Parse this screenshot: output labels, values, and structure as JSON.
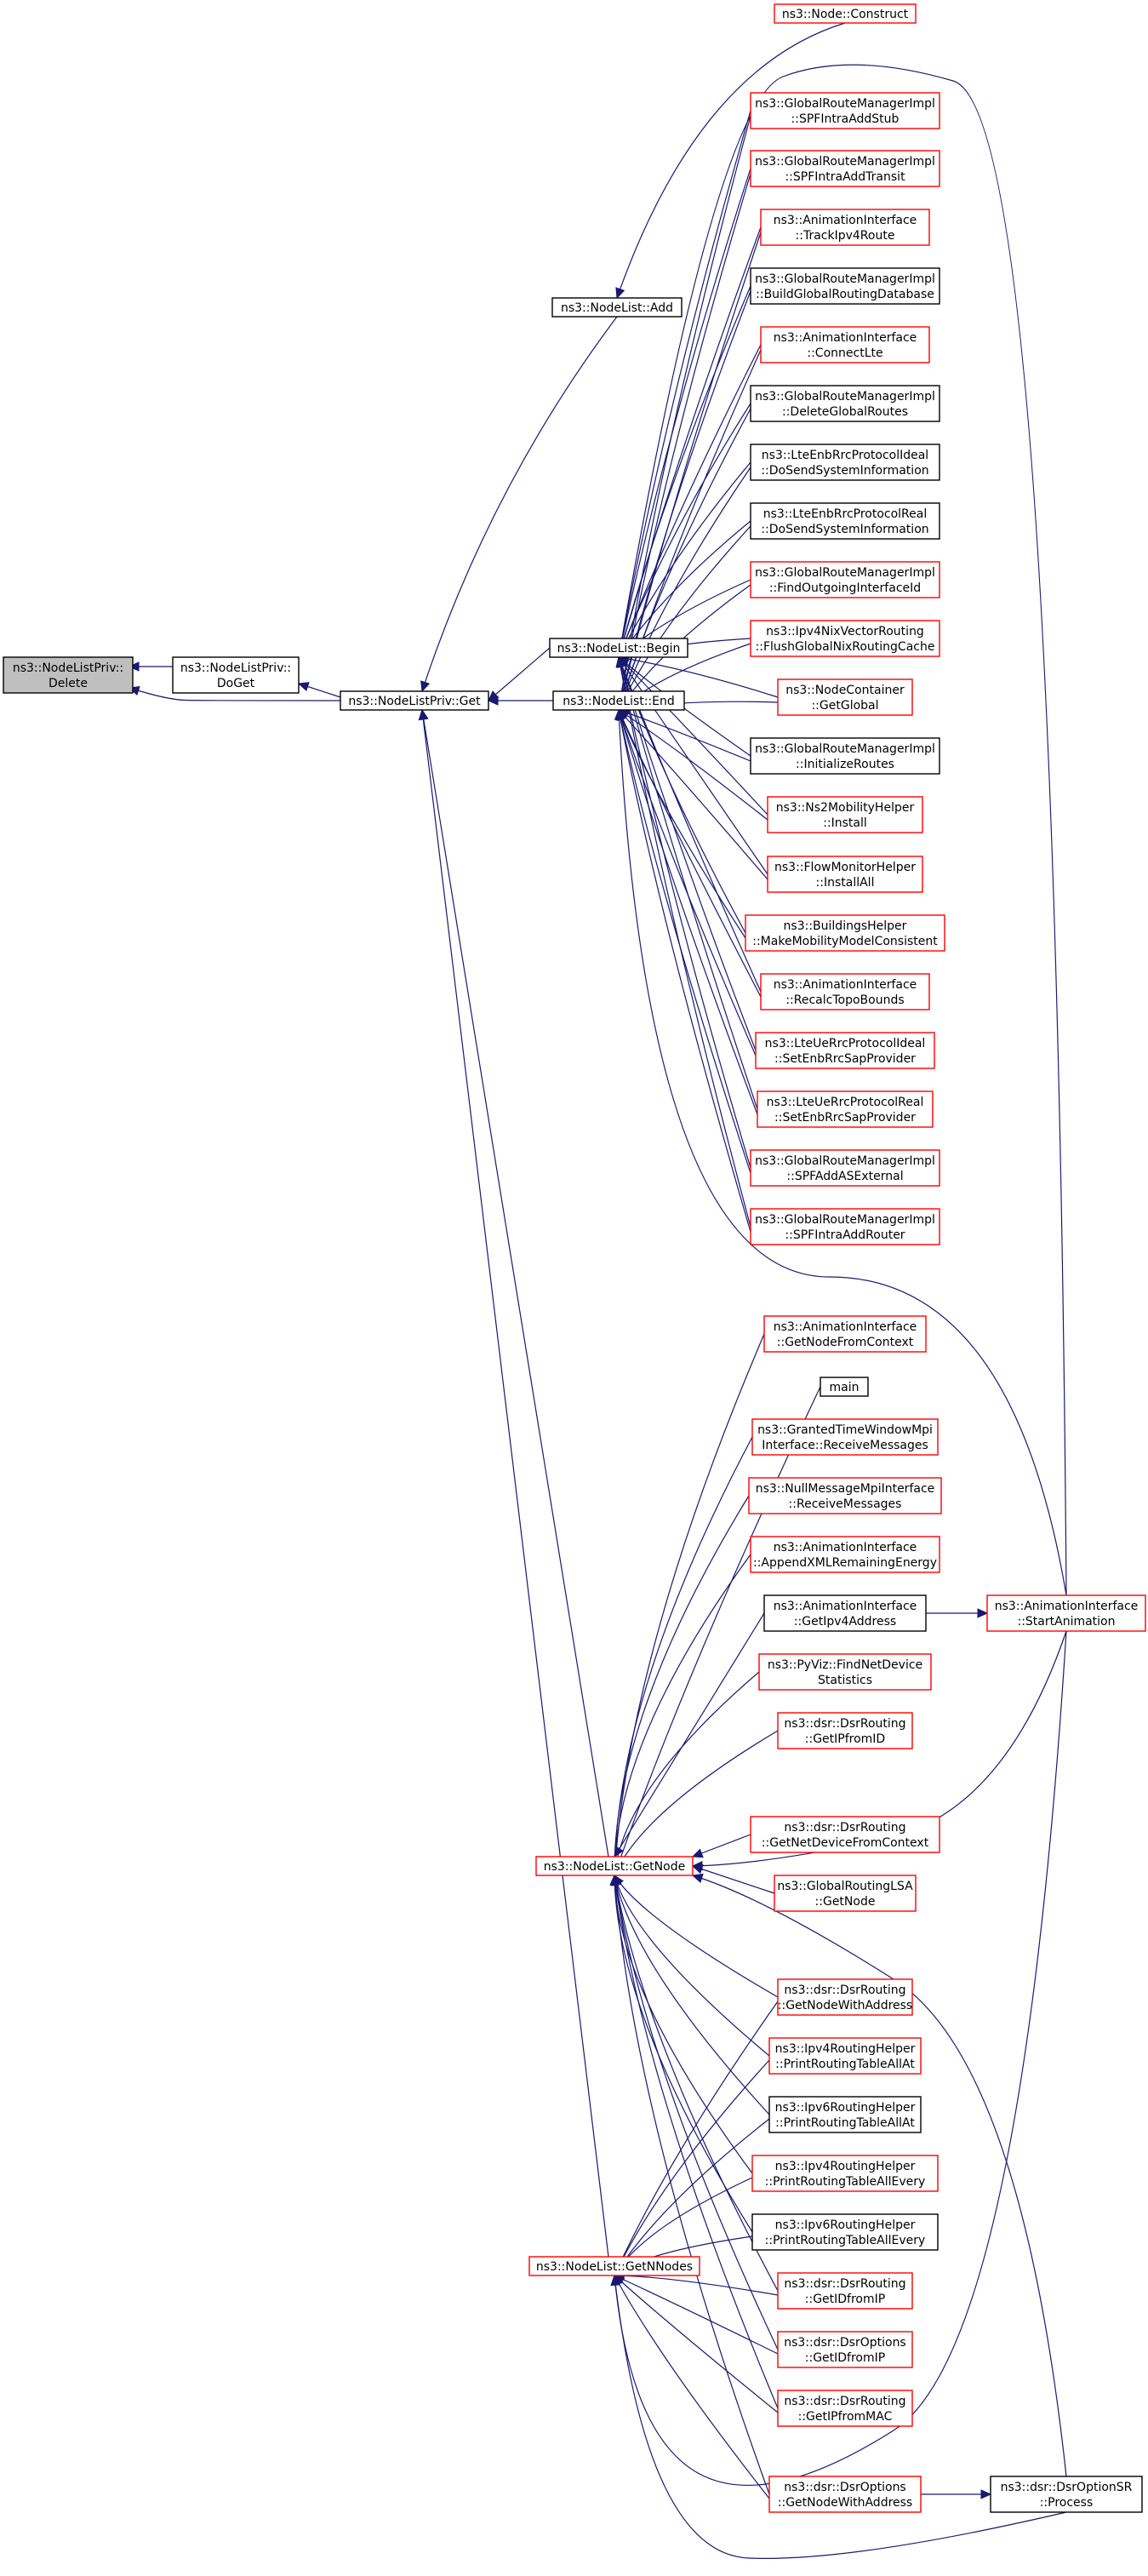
{
  "colors": {
    "edge": "#191970",
    "border_link": "#ff0000",
    "border_plain": "#000000",
    "focus_fill": "#bfbfbf"
  },
  "nodes": [
    {
      "id": "delete",
      "lines": [
        "ns3::NodeListPriv::",
        "Delete"
      ],
      "style": "focus"
    },
    {
      "id": "doget",
      "lines": [
        "ns3::NodeListPriv::",
        "DoGet"
      ],
      "style": "black"
    },
    {
      "id": "privget",
      "lines": [
        "ns3::NodeListPriv::Get"
      ],
      "style": "black"
    },
    {
      "id": "add",
      "lines": [
        "ns3::NodeList::Add"
      ],
      "style": "black"
    },
    {
      "id": "construct",
      "lines": [
        "ns3::Node::Construct"
      ],
      "style": "red"
    },
    {
      "id": "begin",
      "lines": [
        "ns3::NodeList::Begin"
      ],
      "style": "black"
    },
    {
      "id": "end",
      "lines": [
        "ns3::NodeList::End"
      ],
      "style": "black"
    },
    {
      "id": "getnode",
      "lines": [
        "ns3::NodeList::GetNode"
      ],
      "style": "red"
    },
    {
      "id": "getnnodes",
      "lines": [
        "ns3::NodeList::GetNNodes"
      ],
      "style": "red"
    },
    {
      "id": "r1",
      "lines": [
        "ns3::GlobalRouteManagerImpl",
        "::SPFIntraAddStub"
      ],
      "style": "red"
    },
    {
      "id": "r2",
      "lines": [
        "ns3::GlobalRouteManagerImpl",
        "::SPFIntraAddTransit"
      ],
      "style": "red"
    },
    {
      "id": "r3",
      "lines": [
        "ns3::AnimationInterface",
        "::TrackIpv4Route"
      ],
      "style": "red"
    },
    {
      "id": "r4",
      "lines": [
        "ns3::GlobalRouteManagerImpl",
        "::BuildGlobalRoutingDatabase"
      ],
      "style": "black"
    },
    {
      "id": "r5",
      "lines": [
        "ns3::AnimationInterface",
        "::ConnectLte"
      ],
      "style": "red"
    },
    {
      "id": "r6",
      "lines": [
        "ns3::GlobalRouteManagerImpl",
        "::DeleteGlobalRoutes"
      ],
      "style": "black"
    },
    {
      "id": "r7",
      "lines": [
        "ns3::LteEnbRrcProtocolIdeal",
        "::DoSendSystemInformation"
      ],
      "style": "black"
    },
    {
      "id": "r8",
      "lines": [
        "ns3::LteEnbRrcProtocolReal",
        "::DoSendSystemInformation"
      ],
      "style": "black"
    },
    {
      "id": "r9",
      "lines": [
        "ns3::GlobalRouteManagerImpl",
        "::FindOutgoingInterfaceId"
      ],
      "style": "red"
    },
    {
      "id": "r10",
      "lines": [
        "ns3::Ipv4NixVectorRouting",
        "::FlushGlobalNixRoutingCache"
      ],
      "style": "red"
    },
    {
      "id": "r11",
      "lines": [
        "ns3::NodeContainer",
        "::GetGlobal"
      ],
      "style": "red"
    },
    {
      "id": "r12",
      "lines": [
        "ns3::GlobalRouteManagerImpl",
        "::InitializeRoutes"
      ],
      "style": "black"
    },
    {
      "id": "r13",
      "lines": [
        "ns3::Ns2MobilityHelper",
        "::Install"
      ],
      "style": "red"
    },
    {
      "id": "r14",
      "lines": [
        "ns3::FlowMonitorHelper",
        "::InstallAll"
      ],
      "style": "red"
    },
    {
      "id": "r15",
      "lines": [
        "ns3::BuildingsHelper",
        "::MakeMobilityModelConsistent"
      ],
      "style": "red"
    },
    {
      "id": "r16",
      "lines": [
        "ns3::AnimationInterface",
        "::RecalcTopoBounds"
      ],
      "style": "red"
    },
    {
      "id": "r17",
      "lines": [
        "ns3::LteUeRrcProtocolIdeal",
        "::SetEnbRrcSapProvider"
      ],
      "style": "red"
    },
    {
      "id": "r18",
      "lines": [
        "ns3::LteUeRrcProtocolReal",
        "::SetEnbRrcSapProvider"
      ],
      "style": "red"
    },
    {
      "id": "r19",
      "lines": [
        "ns3::GlobalRouteManagerImpl",
        "::SPFAddASExternal"
      ],
      "style": "red"
    },
    {
      "id": "r20",
      "lines": [
        "ns3::GlobalRouteManagerImpl",
        "::SPFIntraAddRouter"
      ],
      "style": "red"
    },
    {
      "id": "g1",
      "lines": [
        "ns3::AnimationInterface",
        "::GetNodeFromContext"
      ],
      "style": "red"
    },
    {
      "id": "g2",
      "lines": [
        "main"
      ],
      "style": "black"
    },
    {
      "id": "g3",
      "lines": [
        "ns3::GrantedTimeWindowMpi",
        "Interface::ReceiveMessages"
      ],
      "style": "red"
    },
    {
      "id": "g4",
      "lines": [
        "ns3::NullMessageMpiInterface",
        "::ReceiveMessages"
      ],
      "style": "red"
    },
    {
      "id": "g5",
      "lines": [
        "ns3::AnimationInterface",
        "::AppendXMLRemainingEnergy"
      ],
      "style": "red"
    },
    {
      "id": "g6",
      "lines": [
        "ns3::AnimationInterface",
        "::GetIpv4Address"
      ],
      "style": "black"
    },
    {
      "id": "startanim",
      "lines": [
        "ns3::AnimationInterface",
        "::StartAnimation"
      ],
      "style": "red"
    },
    {
      "id": "g7",
      "lines": [
        "ns3::PyViz::FindNetDevice",
        "Statistics"
      ],
      "style": "red"
    },
    {
      "id": "g8",
      "lines": [
        "ns3::dsr::DsrRouting",
        "::GetIPfromID"
      ],
      "style": "red"
    },
    {
      "id": "g9",
      "lines": [
        "ns3::dsr::DsrRouting",
        "::GetNetDeviceFromContext"
      ],
      "style": "red"
    },
    {
      "id": "g10",
      "lines": [
        "ns3::GlobalRoutingLSA",
        "::GetNode"
      ],
      "style": "red"
    },
    {
      "id": "g11",
      "lines": [
        "ns3::dsr::DsrRouting",
        "::GetNodeWithAddress"
      ],
      "style": "red"
    },
    {
      "id": "g12",
      "lines": [
        "ns3::Ipv4RoutingHelper",
        "::PrintRoutingTableAllAt"
      ],
      "style": "red"
    },
    {
      "id": "g13",
      "lines": [
        "ns3::Ipv6RoutingHelper",
        "::PrintRoutingTableAllAt"
      ],
      "style": "black"
    },
    {
      "id": "g14",
      "lines": [
        "ns3::Ipv4RoutingHelper",
        "::PrintRoutingTableAllEvery"
      ],
      "style": "red"
    },
    {
      "id": "g15",
      "lines": [
        "ns3::Ipv6RoutingHelper",
        "::PrintRoutingTableAllEvery"
      ],
      "style": "black"
    },
    {
      "id": "g16",
      "lines": [
        "ns3::dsr::DsrRouting",
        "::GetIDfromIP"
      ],
      "style": "red"
    },
    {
      "id": "g17",
      "lines": [
        "ns3::dsr::DsrOptions",
        "::GetIDfromIP"
      ],
      "style": "red"
    },
    {
      "id": "g18",
      "lines": [
        "ns3::dsr::DsrRouting",
        "::GetIPfromMAC"
      ],
      "style": "red"
    },
    {
      "id": "g19",
      "lines": [
        "ns3::dsr::DsrOptions",
        "::GetNodeWithAddress"
      ],
      "style": "red"
    },
    {
      "id": "dsrprocess",
      "lines": [
        "ns3::dsr::DsrOptionSR",
        "::Process"
      ],
      "style": "black"
    }
  ]
}
